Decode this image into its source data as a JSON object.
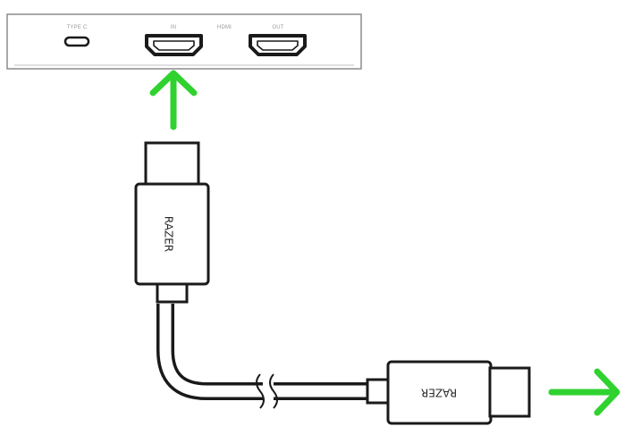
{
  "device": {
    "ports": {
      "typec_label": "TYPE C",
      "in_label": "IN",
      "hdmi_label": "HDMI",
      "out_label": "OUT"
    }
  },
  "cable": {
    "brand_top": "RAZER",
    "brand_bottom": "RAZER"
  },
  "colors": {
    "arrow": "#2fd22f",
    "outline": "#1a1a1a",
    "device_fill": "#ffffff",
    "device_border": "#8c8c8c"
  },
  "icons": {
    "in_arrow": "arrow-up-icon",
    "out_arrow": "arrow-right-icon"
  }
}
